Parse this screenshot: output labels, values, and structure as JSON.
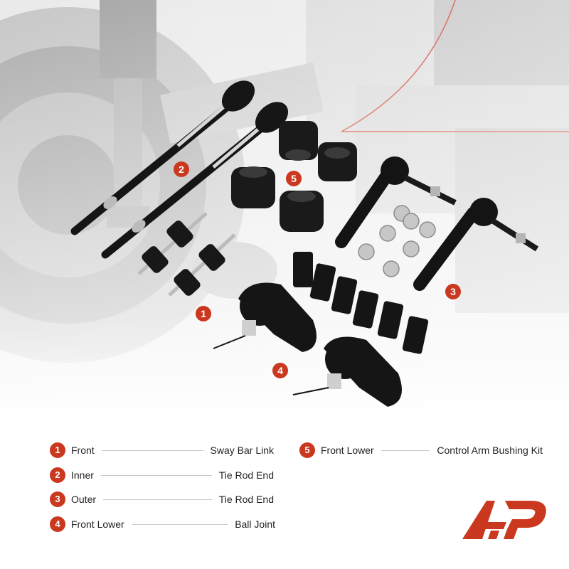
{
  "callouts": [
    "1",
    "2",
    "3",
    "4",
    "5"
  ],
  "legend": [
    {
      "num": "1",
      "label": "Front",
      "value": "Sway Bar Link"
    },
    {
      "num": "2",
      "label": "Inner",
      "value": "Tie Rod End"
    },
    {
      "num": "3",
      "label": "Outer",
      "value": "Tie Rod End"
    },
    {
      "num": "4",
      "label": "Front Lower",
      "value": "Ball Joint"
    },
    {
      "num": "5",
      "label": "Front Lower",
      "value": "Control Arm Bushing Kit"
    }
  ],
  "logo_text": "AP",
  "colors": {
    "accent": "#c9381f",
    "part": "#161616",
    "background": "#ffffff"
  }
}
